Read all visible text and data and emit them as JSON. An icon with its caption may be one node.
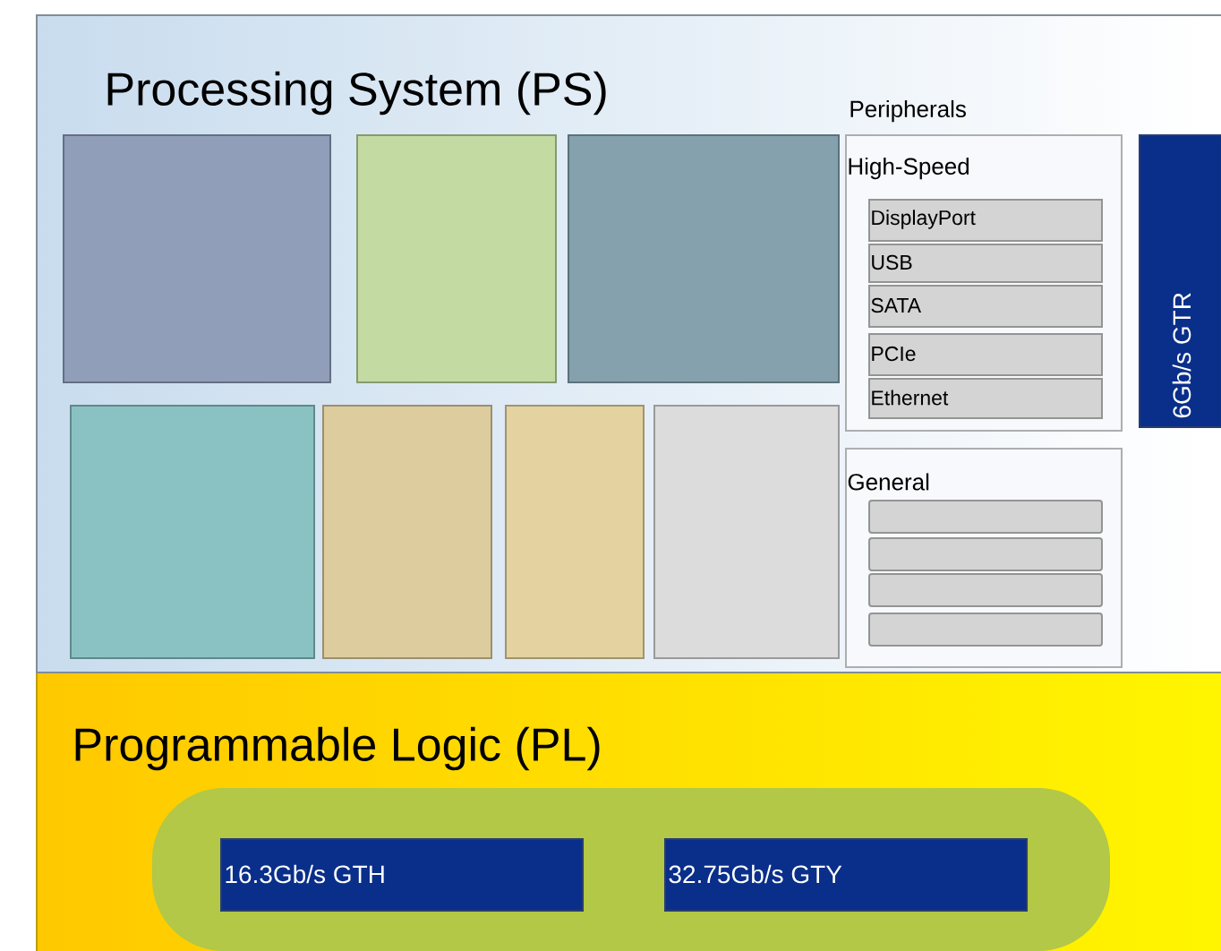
{
  "diagram": {
    "nodes": [
      {
        "text": [
          "Processing System (PS)"
        ]
      },
      {
        "text": [],
        "shape": "box",
        "in": 0
      },
      {
        "text": [],
        "shape": "box",
        "in": 0
      },
      {
        "text": [],
        "shape": "box",
        "in": 0
      },
      {
        "text": [],
        "shape": "box",
        "in": 0
      },
      {
        "text": [],
        "shape": "box",
        "in": 0
      },
      {
        "text": [],
        "shape": "box",
        "in": 0
      },
      {
        "text": [],
        "shape": "box",
        "in": 0
      },
      {
        "text": [
          "High-Speed"
        ],
        "in": 0
      },
      {
        "text": [
          "DisplayPort"
        ],
        "in": 8
      },
      {
        "text": [
          "USB"
        ],
        "in": 8
      },
      {
        "text": [
          "SATA"
        ],
        "in": 8
      },
      {
        "text": [
          "PCIe"
        ],
        "in": 8
      },
      {
        "text": [
          "Ethernet"
        ],
        "in": 8
      },
      {
        "text": [
          "General"
        ],
        "in": 0
      },
      {
        "text": [],
        "shape": "bar",
        "in": 14
      },
      {
        "text": [],
        "shape": "bar",
        "in": 14
      },
      {
        "text": [],
        "shape": "bar",
        "in": 14
      },
      {
        "text": [],
        "shape": "bar",
        "in": 14
      },
      {
        "text": [
          "6Gb/s GTR"
        ],
        "in": 0
      },
      {
        "text": [
          "Programmable Logic (PL)"
        ]
      },
      {
        "text": [
          "16.3Gb/s GTH"
        ],
        "in": 20
      },
      {
        "text": [
          "32.75Gb/s GTY"
        ],
        "in": 20
      }
    ],
    "labels": [
      "Peripherals"
    ]
  }
}
